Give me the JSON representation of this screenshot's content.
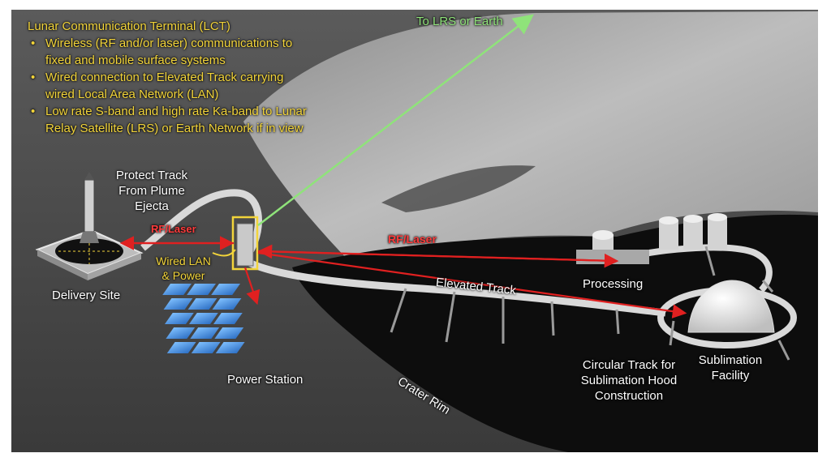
{
  "lct": {
    "title": "Lunar Communication Terminal (LCT)",
    "bullets": [
      [
        "Wireless (RF and/or laser) communications to",
        "fixed and mobile surface systems"
      ],
      [
        "Wired connection to Elevated Track carrying",
        "wired Local Area Network (LAN)"
      ],
      [
        "Low rate S-band and high rate Ka-band to Lunar",
        "Relay Satellite (LRS) or Earth Network if in view"
      ]
    ]
  },
  "labels": {
    "to_lrs": "To LRS or Earth",
    "protect_1": "Protect Track",
    "protect_2": "From Plume",
    "protect_3": "Ejecta",
    "rf_laser_left": "RF/Laser",
    "rf_laser_right": "RF/Laser",
    "wired_lan_1": "Wired LAN",
    "wired_lan_2": "& Power",
    "delivery_site": "Delivery Site",
    "power_station": "Power Station",
    "elevated_track": "Elevated Track",
    "processing": "Processing",
    "crater_rim": "Crater Rim",
    "circular_1": "Circular Track for",
    "circular_2": "Sublimation Hood",
    "circular_3": "Construction",
    "sublimation_1": "Sublimation",
    "sublimation_2": "Facility"
  },
  "colors": {
    "yellow_text": "#f2d43a",
    "red_link": "#e02020",
    "green_link": "#8fe37a",
    "track": "#d9d9d9",
    "panel_blue": "#3f8fe0"
  }
}
